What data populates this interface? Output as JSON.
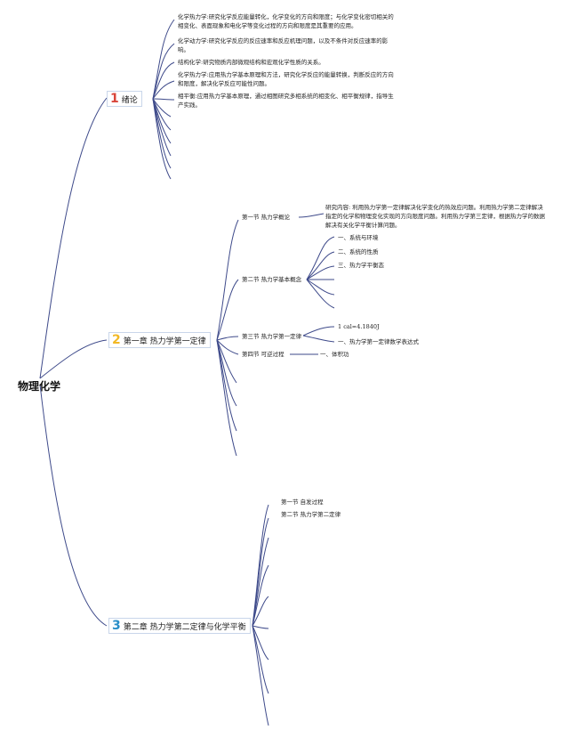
{
  "root": {
    "title": "物理化学"
  },
  "branches": [
    {
      "number": "1",
      "title": "绪论",
      "number_color": "#d9453a",
      "notes": [
        "化学热力学:研究化学反应能量转化，化学变化的方向和限度；与化学变化密切相关的相变化、表面现象和电化学等变化过程的方向和限度是其重要的应用。",
        "化学动力学:研究化学反应的反应速率和反应机理问题，以及不条件对反应速率的影响。",
        "结构化学:研究物质内部微观结构和宏观化学性质的关系。",
        "化学热力学:应用热力学基本原理和方法，研究化学反应的能量转换，判断反应的方向和限度，解决化学反应可能性问题。",
        "相平衡:应用热力学基本原理，通过相图研究多相系统的相变化、相平衡规律，指导生产实践。"
      ]
    },
    {
      "number": "2",
      "title": "第一章 热力学第一定律",
      "number_color": "#f2b824",
      "sections": [
        {
          "title": "第一节 热力学概论",
          "detail": "研究内容: 利用热力学第一定律解决化学变化的热效应问题。利用热力学第二定律解决指定的化学和物理变化实现的方向限度问题。利用热力学第三定律，根据热力学的数据解决有关化学平衡计算问题。"
        },
        {
          "title": "第二节 热力学基本概念",
          "items": [
            "一、系统与环境",
            "二、系统的性质",
            "三、热力学平衡态"
          ]
        },
        {
          "title": "第三节 热力学第一定律",
          "items": [
            "1 cal=4.1840J",
            "一、热力学第一定律数学表达式"
          ]
        },
        {
          "title": "第四节 可逆过程",
          "items": [
            "一、体积功"
          ]
        }
      ]
    },
    {
      "number": "3",
      "title": "第二章 热力学第二定律与化学平衡",
      "number_color": "#2a8fc8",
      "sections": [
        {
          "title": "第一节 自发过程"
        },
        {
          "title": "第二节 热力学第二定律"
        }
      ]
    }
  ]
}
